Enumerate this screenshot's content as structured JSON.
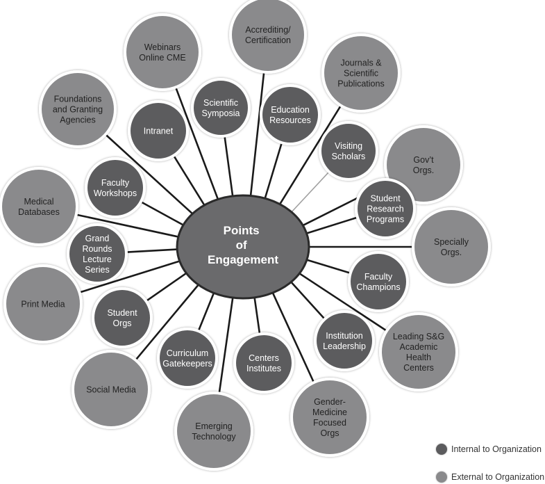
{
  "colors": {
    "internal": "#5c5c5e",
    "external": "#8a8a8c",
    "center": "#6a6a6c",
    "internal_text": "#ffffff",
    "external_text": "#222222",
    "line": "#1a1a1a",
    "line_light": "#a0a0a0"
  },
  "center": {
    "lines": [
      "Points",
      "of",
      "Engagement"
    ]
  },
  "nodes": [
    {
      "id": "webinars",
      "type": "external",
      "lines": [
        "Webinars",
        "Online CME"
      ]
    },
    {
      "id": "accrediting",
      "type": "external",
      "lines": [
        "Accrediting/",
        "Certification"
      ]
    },
    {
      "id": "journals",
      "type": "external",
      "lines": [
        "Journals &",
        "Scientific",
        "Publications"
      ]
    },
    {
      "id": "foundations",
      "type": "external",
      "lines": [
        "Foundations",
        "and Granting",
        "Agencies"
      ]
    },
    {
      "id": "intranet",
      "type": "internal",
      "lines": [
        "Intranet"
      ]
    },
    {
      "id": "symposia",
      "type": "internal",
      "lines": [
        "Scientific",
        "Symposia"
      ]
    },
    {
      "id": "education",
      "type": "internal",
      "lines": [
        "Education",
        "Resources"
      ]
    },
    {
      "id": "visiting",
      "type": "internal",
      "lines": [
        "Visiting",
        "Scholars"
      ],
      "light_line": true
    },
    {
      "id": "govt",
      "type": "external",
      "lines": [
        "Gov’t",
        "Orgs."
      ]
    },
    {
      "id": "workshops",
      "type": "internal",
      "lines": [
        "Faculty",
        "Workshops"
      ]
    },
    {
      "id": "student-research",
      "type": "internal",
      "lines": [
        "Student",
        "Research",
        "Programs"
      ]
    },
    {
      "id": "medical-db",
      "type": "external",
      "lines": [
        "Medical",
        "Databases"
      ]
    },
    {
      "id": "grand-rounds",
      "type": "internal",
      "lines": [
        "Grand",
        "Rounds",
        "Lecture",
        "Series"
      ]
    },
    {
      "id": "specially",
      "type": "external",
      "lines": [
        "Specially",
        "Orgs."
      ]
    },
    {
      "id": "print-media",
      "type": "external",
      "lines": [
        "Print Media"
      ]
    },
    {
      "id": "champions",
      "type": "internal",
      "lines": [
        "Faculty",
        "Champions"
      ]
    },
    {
      "id": "student-orgs",
      "type": "internal",
      "lines": [
        "Student",
        "Orgs"
      ]
    },
    {
      "id": "leadership",
      "type": "internal",
      "lines": [
        "Institution",
        "Leadership"
      ]
    },
    {
      "id": "leading-sg",
      "type": "external",
      "lines": [
        "Leading S&G",
        "Academic",
        "Health",
        "Centers"
      ]
    },
    {
      "id": "curriculum",
      "type": "internal",
      "lines": [
        "Curriculum",
        "Gatekeepers"
      ]
    },
    {
      "id": "centers",
      "type": "internal",
      "lines": [
        "Centers",
        "Institutes"
      ]
    },
    {
      "id": "social-media",
      "type": "external",
      "lines": [
        "Social Media"
      ]
    },
    {
      "id": "emerging",
      "type": "external",
      "lines": [
        "Emerging",
        "Technology"
      ]
    },
    {
      "id": "gender-med",
      "type": "external",
      "lines": [
        "Gender-",
        "Medicine",
        "Focused",
        "Orgs"
      ]
    }
  ],
  "legend": [
    {
      "type": "internal",
      "label": "Internal to Organization"
    },
    {
      "type": "external",
      "label": "External to Organization"
    }
  ]
}
